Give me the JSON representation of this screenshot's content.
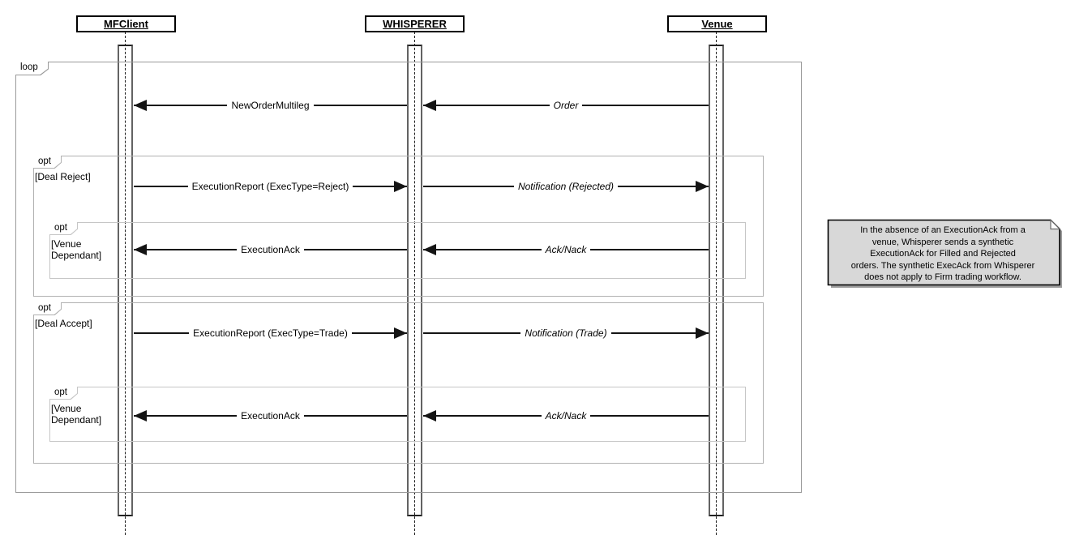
{
  "actors": [
    {
      "name": "MFClient"
    },
    {
      "name": "WHISPERER"
    },
    {
      "name": "Venue"
    }
  ],
  "fragments": [
    {
      "operator": "loop",
      "guard": ""
    },
    {
      "operator": "opt",
      "guard": "[Deal Reject]"
    },
    {
      "operator": "opt",
      "guard": "[Venue Dependant]"
    },
    {
      "operator": "opt",
      "guard": "[Deal Accept]"
    },
    {
      "operator": "opt",
      "guard": "[Venue Dependant]"
    }
  ],
  "messages": [
    {
      "label": "NewOrderMultileg",
      "from": "WHISPERER",
      "to": "MFClient",
      "style": "plain"
    },
    {
      "label": "Order",
      "from": "Venue",
      "to": "WHISPERER",
      "style": "italic"
    },
    {
      "label": "ExecutionReport (ExecType=Reject)",
      "from": "MFClient",
      "to": "WHISPERER",
      "style": "plain"
    },
    {
      "label": "Notification (Rejected)",
      "from": "WHISPERER",
      "to": "Venue",
      "style": "italic"
    },
    {
      "label": "ExecutionAck",
      "from": "WHISPERER",
      "to": "MFClient",
      "style": "plain"
    },
    {
      "label": "Ack/Nack",
      "from": "Venue",
      "to": "WHISPERER",
      "style": "italic"
    },
    {
      "label": "ExecutionReport (ExecType=Trade)",
      "from": "MFClient",
      "to": "WHISPERER",
      "style": "plain"
    },
    {
      "label": "Notification (Trade)",
      "from": "WHISPERER",
      "to": "Venue",
      "style": "italic"
    },
    {
      "label": "ExecutionAck",
      "from": "WHISPERER",
      "to": "MFClient",
      "style": "plain"
    },
    {
      "label": "Ack/Nack",
      "from": "Venue",
      "to": "WHISPERER",
      "style": "italic"
    }
  ],
  "note": {
    "lines": [
      "In the absence of an ExecutionAck from a",
      "venue, Whisperer sends a synthetic",
      "ExecutionAck for Filled and Rejected",
      "orders. The synthetic ExecAck from Whisperer",
      "does not apply to Firm trading workflow."
    ]
  },
  "colors": {
    "frame_loop": "#9a9a9a",
    "frame_opt": "#b1b1b1",
    "frame_opt_nested": "#c6c6c6",
    "note_bg": "#d8d8d8",
    "arrow": "#141414"
  }
}
